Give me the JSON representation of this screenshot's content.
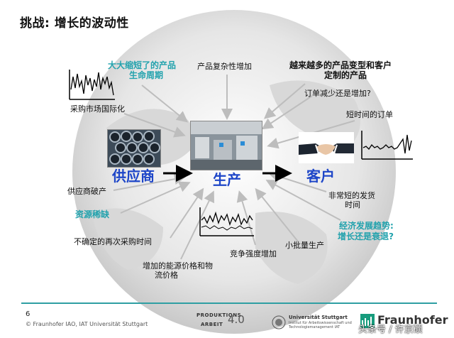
{
  "title": "挑战: 增长的波动性",
  "labels": {
    "shorter_lifecycle": [
      "大大缩短了的产品",
      "生命周期"
    ],
    "complexity": "产品复杂性增加",
    "more_variants": [
      "越来越多的产品变型和客户",
      "定制的产品"
    ],
    "procurement_intl": "采购市场国际化",
    "order_change": "订单减少还是增加?",
    "short_orders": "短时间的订单",
    "supplier": "供应商",
    "production": "生产",
    "customer": "客户",
    "supplier_bankrupt": "供应商破产",
    "short_delivery": [
      "非常短的发货",
      "时间"
    ],
    "scarce_resources": "资源稀缺",
    "economic_trend": [
      "经济发展趋势:",
      "增长还是衰退?"
    ],
    "uncertain_reorder": "不确定的再次采购时间",
    "small_batch": "小批量生产",
    "competition": "竞争强度增加",
    "energy_prices": [
      "增加的能源价格和物",
      "流价格"
    ]
  },
  "footer": {
    "page_number": "6",
    "copyright": "© Fraunhofer IAO, IAT Universität Stuttgart",
    "logo_produktionsarbeit": [
      "PRODUKTIONS",
      "ARBEIT",
      "4.0"
    ],
    "logo_uni": [
      "Universität Stuttgart",
      "Institut für Arbeitswissenschaft und",
      "Technologiemanagement IAT"
    ],
    "logo_fraunhofer": "Fraunhofer",
    "watermark": "头条号 / 许京硕"
  },
  "colors": {
    "teal": "#22a2ad",
    "blue": "#1e46c8",
    "rule": "#2f9fa3"
  }
}
